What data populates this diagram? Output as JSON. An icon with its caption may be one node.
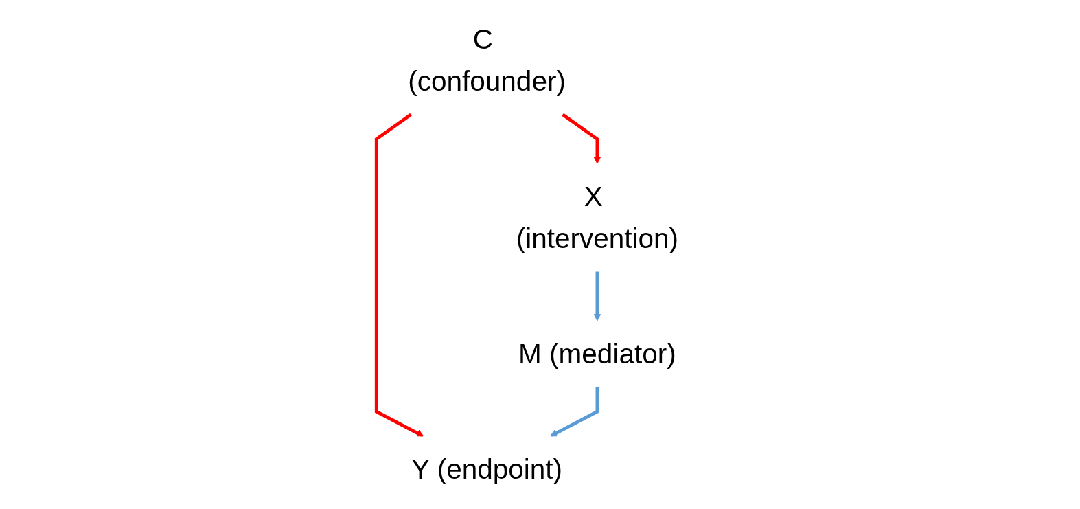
{
  "diagram": {
    "nodes": [
      {
        "text": [
          "C (confounder)"
        ]
      },
      {
        "text": [
          "X (intervention)"
        ]
      },
      {
        "text": [
          "Y (endpoint)"
        ]
      },
      {
        "text": [
          "M (mediator)"
        ]
      }
    ],
    "edges": [
      {
        "from": 0,
        "to": 1,
        "arrow": "to",
        "color": "#ff0000"
      },
      {
        "from": 0,
        "to": 2,
        "arrow": "to",
        "color": "#ff0000"
      },
      {
        "from": 1,
        "to": 3,
        "arrow": "to",
        "color": "#5b9bd5"
      },
      {
        "from": 3,
        "to": 2,
        "arrow": "to",
        "color": "#5b9bd5"
      }
    ]
  }
}
